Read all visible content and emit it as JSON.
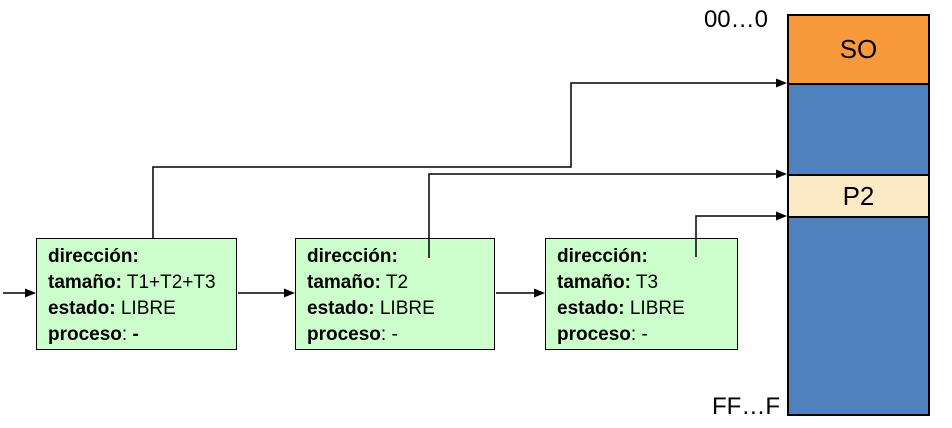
{
  "memory_map": {
    "top_address": "00…0",
    "bottom_address": "FF…F",
    "segments": [
      {
        "id": "so",
        "label": "SO",
        "color": "#F8993B"
      },
      {
        "id": "free-block-1",
        "label": "",
        "color": "#4F81BD"
      },
      {
        "id": "p2",
        "label": "P2",
        "color": "#FCE9C6"
      },
      {
        "id": "free-block-2",
        "label": "",
        "color": "#4F81BD"
      }
    ]
  },
  "free_list": {
    "node_color": "#CCFFCC",
    "nodes": [
      {
        "lines": [
          {
            "label": "dirección:",
            "value": ""
          },
          {
            "label": "tamaño:",
            "value": " T1+T2+T3"
          },
          {
            "label": "estado:",
            "value": " LIBRE"
          },
          {
            "label": "proceso",
            "value": ": ",
            "value2": "-"
          }
        ]
      },
      {
        "lines": [
          {
            "label": "dirección:",
            "value": ""
          },
          {
            "label": "tamaño:",
            "value": " T2"
          },
          {
            "label": "estado:",
            "value": " LIBRE"
          },
          {
            "label": "proceso",
            "value": ": -"
          }
        ]
      },
      {
        "lines": [
          {
            "label": "dirección:",
            "value": ""
          },
          {
            "label": "tamaño:",
            "value": " T3"
          },
          {
            "label": "estado:",
            "value": " LIBRE"
          },
          {
            "label": "proceso",
            "value": ": -"
          }
        ]
      }
    ]
  },
  "colors": {
    "background": "#FFFFFF",
    "line": "#000000"
  }
}
